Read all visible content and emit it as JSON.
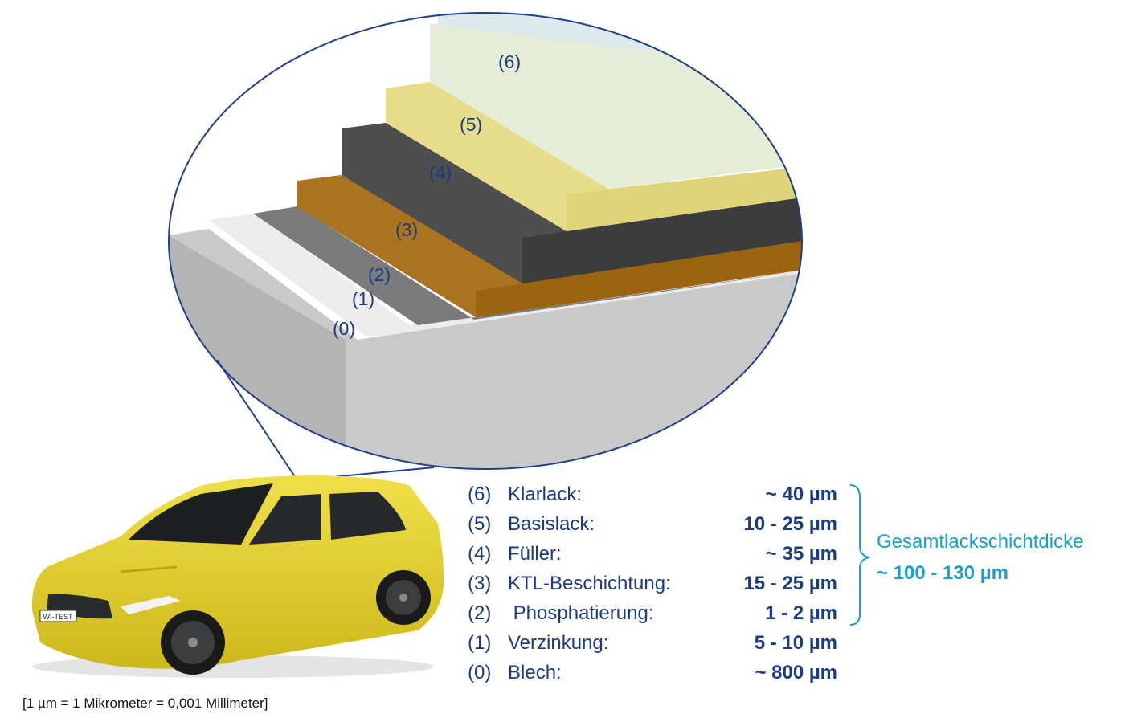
{
  "layer_labels": [
    "(0)",
    "(1)",
    "(2)",
    "(3)",
    "(4)",
    "(5)",
    "(6)"
  ],
  "legend": [
    {
      "num": "(6)",
      "name": "Klarlack:",
      "value": "~ 40 µm"
    },
    {
      "num": "(5)",
      "name": "Basislack:",
      "value": "10 - 25 µm"
    },
    {
      "num": "(4)",
      "name": "Füller:",
      "value": "~ 35 µm"
    },
    {
      "num": "(3)",
      "name": "KTL-Beschichtung:",
      "value": "15 - 25 µm"
    },
    {
      "num": "(2)",
      "name": " Phosphatierung:",
      "value": "1 - 2 µm"
    },
    {
      "num": "(1)",
      "name": "Verzinkung:",
      "value": "5 - 10 µm"
    },
    {
      "num": "(0)",
      "name": "Blech:",
      "value": "~ 800 µm"
    }
  ],
  "total": {
    "label": "Gesamtlackschichtdicke",
    "value": "~ 100 - 130 µm"
  },
  "footnote": "[1 µm  =  1 Mikrometer = 0,001 Millimeter]",
  "license_plate": "WI-TEST",
  "colors": {
    "label_blue": "#1b3b82",
    "accent_cyan": "#1aa0c8",
    "blech": "#c9c9c9",
    "verzinkung": "#ececec",
    "phosphatierung": "#7b7b7b",
    "ktl": "#a9731f",
    "fueller": "#4e4e4e",
    "basislack": "#e6dc8a",
    "klarlack": "#dbe9ea",
    "car_yellow": "#e0cc22"
  }
}
